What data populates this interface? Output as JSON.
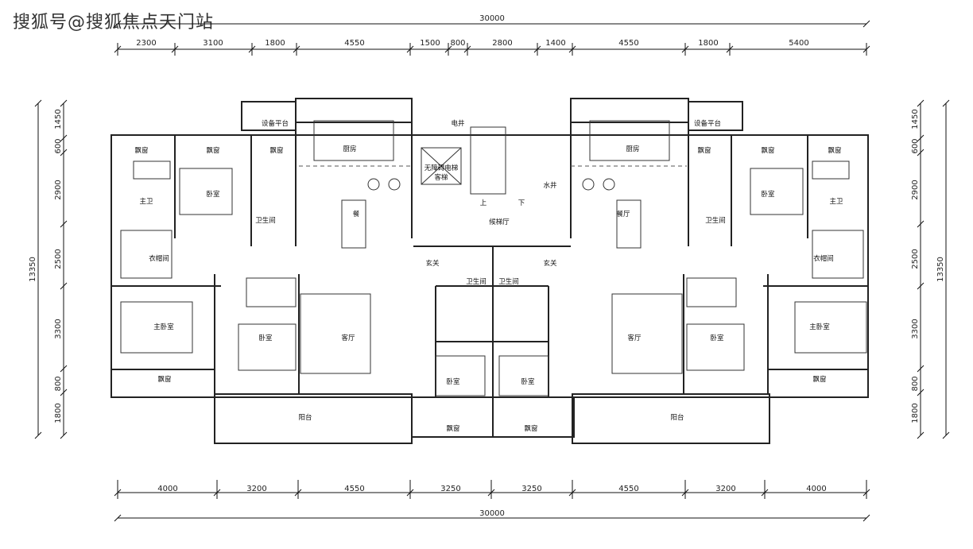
{
  "watermark": "搜狐号@搜狐焦点天门站",
  "dims": {
    "top_total": "30000",
    "top": [
      "2300",
      "3100",
      "1800",
      "4550",
      "1500",
      "800",
      "2800",
      "1400",
      "4550",
      "1800",
      "5400"
    ],
    "bottom_total": "30000",
    "bottom": [
      "4000",
      "3200",
      "4550",
      "3250",
      "3250",
      "4550",
      "3200",
      "4000"
    ],
    "left_total": "13350",
    "left": [
      "1450",
      "600",
      "2900",
      "2500",
      "3300",
      "800",
      "1800"
    ],
    "right_total": "13350",
    "right": [
      "1450",
      "600",
      "2900",
      "2500",
      "3300",
      "800",
      "1800"
    ]
  },
  "rooms": {
    "equip_l": "设备平台",
    "equip_r": "设备平台",
    "bay_l1": "飘窗",
    "bay_l2": "飘窗",
    "bay_l3": "飘窗",
    "bay_l4": "飘窗",
    "bay_r1": "飘窗",
    "bay_r2": "飘窗",
    "bay_r3": "飘窗",
    "bay_r4": "飘窗",
    "bay_c1": "飘窗",
    "bay_c2": "飘窗",
    "kitchen_l": "厨房",
    "kitchen_r": "厨房",
    "elec": "电井",
    "elevator": "无障碍电梯",
    "elevator2": "客梯",
    "up": "上",
    "down": "下",
    "water": "水井",
    "master_bath_l": "主卫",
    "master_bath_r": "主卫",
    "bed_l1": "卧室",
    "bed_r1": "卧室",
    "wc_l": "卫生间",
    "wc_r": "卫生间",
    "dining_l": "餐",
    "dining_r": "餐厅",
    "lift_lobby": "候梯厅",
    "closet_l": "衣帽间",
    "closet_r": "衣帽间",
    "foyer_l": "玄关",
    "foyer_r": "玄关",
    "wc_c1": "卫生间",
    "wc_c2": "卫生间",
    "master_l": "主卧室",
    "master_r": "主卧室",
    "bed_l2": "卧室",
    "bed_r2": "卧室",
    "living_l": "客厅",
    "living_r": "客厅",
    "bed_c1": "卧室",
    "bed_c2": "卧室",
    "balcony_l": "阳台",
    "balcony_r": "阳台"
  }
}
